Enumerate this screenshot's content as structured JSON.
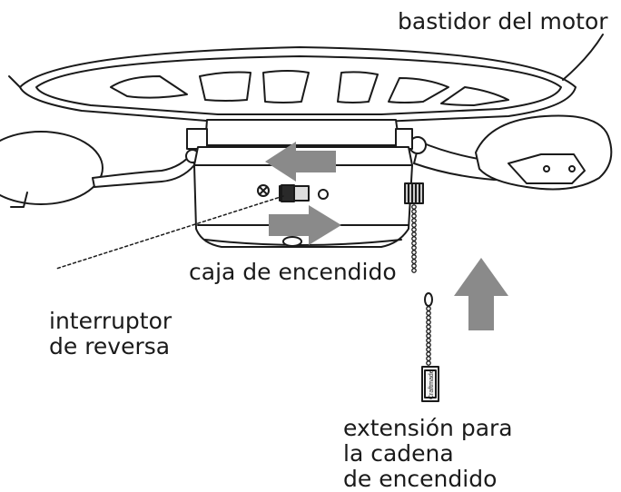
{
  "labels": {
    "motor_housing": "bastidor del motor",
    "switch_housing": "caja de encendido",
    "reverse_switch": [
      "interruptor",
      "de reversa"
    ],
    "pull_chain": [
      "extensión para",
      "la cadena",
      "de encendido"
    ],
    "chain_tag_brand": "Craftmade"
  },
  "colors": {
    "line": "#1a1a1a",
    "arrow": "#8a8a8a",
    "fill": "#ffffff"
  },
  "icons": {
    "left_arrow": "arrow-left",
    "right_arrow": "arrow-right",
    "up_arrow": "arrow-up"
  }
}
